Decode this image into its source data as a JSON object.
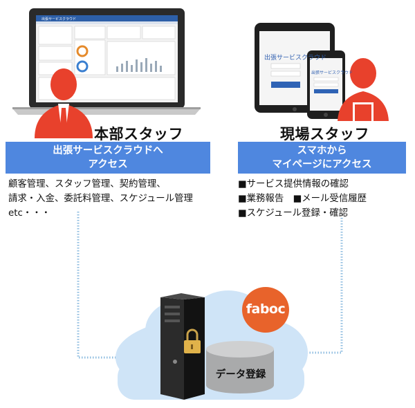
{
  "hq": {
    "title": "本部スタッフ",
    "banner": [
      "出張サービスクラウドへ",
      "アクセス"
    ],
    "description": [
      "顧客管理、スタッフ管理、契約管理、",
      "請求・入金、委託料管理、スケジュール管理",
      "etc・・・"
    ]
  },
  "field": {
    "title": "現場スタッフ",
    "banner": [
      "スマホから",
      "マイページにアクセス"
    ],
    "description": [
      "■サービス提供情報の確認",
      "■業務報告　■メール受信履歴",
      "■スケジュール登録・確認"
    ]
  },
  "tablet_app_title": "出張サービスクラウド",
  "phone_app_title": "出張サービスクラウド",
  "laptop_app_title": "出張サービスクラウド",
  "badge": "faboc",
  "database_label": "データ登録",
  "colors": {
    "banner": "#4f87df",
    "person": "#e8412c",
    "badge": "#e8632b",
    "cloud": "#cfe4f7",
    "connector": "#8fbde0"
  }
}
